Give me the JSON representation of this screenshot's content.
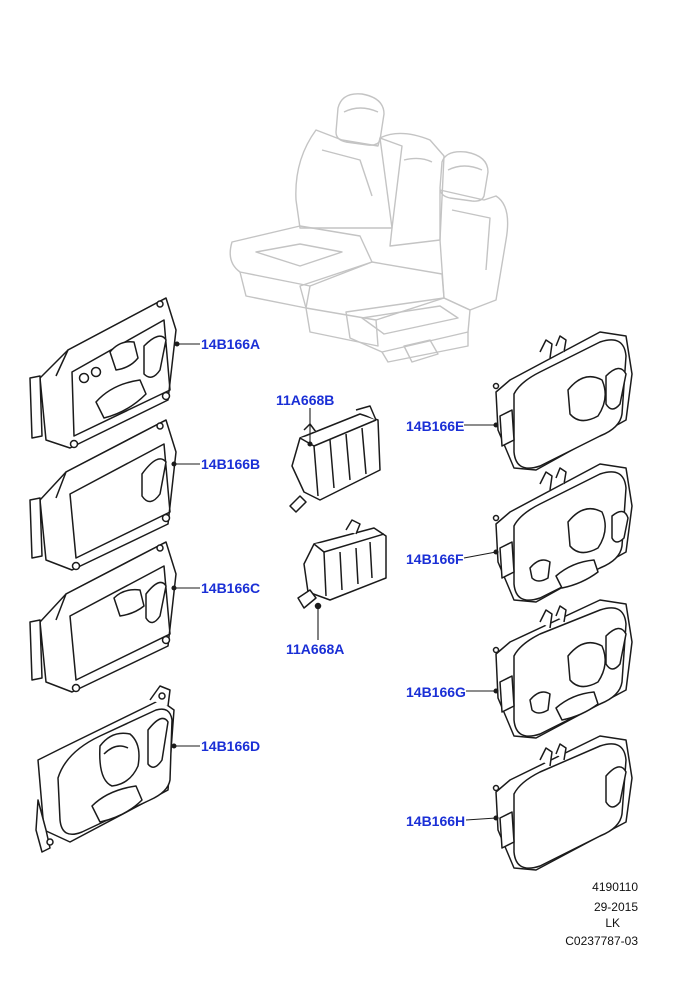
{
  "labels": {
    "a": "14B166A",
    "b": "14B166B",
    "c": "14B166C",
    "d": "14B166D",
    "e": "14B166E",
    "f": "14B166F",
    "g": "14B166G",
    "h": "14B166H",
    "mod_b": "11A668B",
    "mod_a": "11A668A"
  },
  "footer": {
    "line1": "4190110",
    "line2": "29-2015",
    "line3": "LK",
    "line4": "C0237787-03"
  },
  "colors": {
    "label": "#1a2fd6",
    "outline": "#1b1b1b",
    "seat": "#c4c4c4"
  }
}
